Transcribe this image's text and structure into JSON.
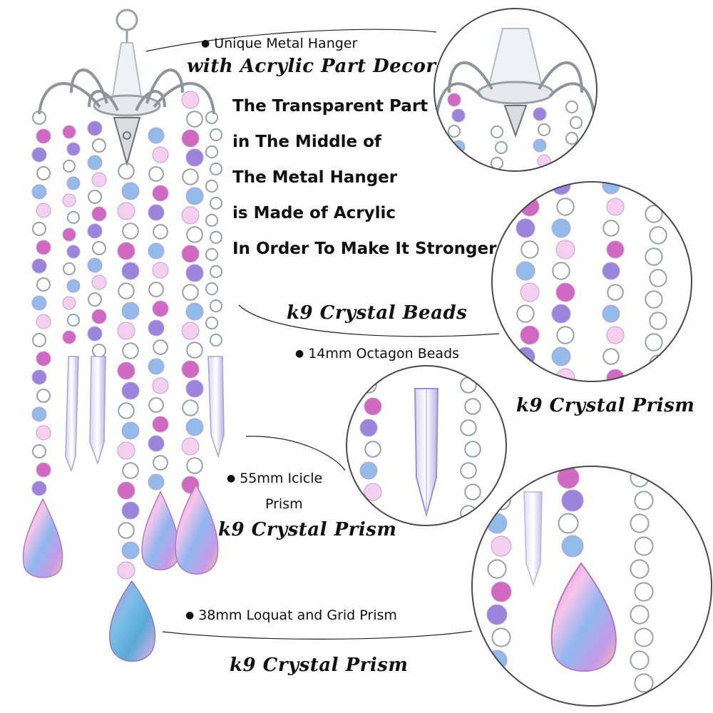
{
  "labels": {
    "hanger_bullet": "Unique Metal Hanger",
    "hanger_script": "with Acrylic Part Decor",
    "acrylic_lines": [
      "The Transparent Part",
      "in The Middle of",
      "The Metal Hanger",
      "is Made of Acrylic",
      "In Order To Make It Stronger"
    ],
    "beads_script": "k9 Crystal Beads",
    "beads_bullet": "14mm Octagon Beads",
    "prism_right": "k9 Crystal Prism",
    "icicle_line1": "55mm Icicle",
    "icicle_line2": "Prism",
    "icicle_script": "k9 Crystal Prism",
    "loquat_bullet": "38mm Loquat and Grid Prism",
    "loquat_script": "k9 Crystal Prism"
  },
  "colors": {
    "pink": "#e27ad0",
    "magenta": "#c94fb8",
    "violet": "#8a6fd6",
    "amber": "#e9b98a",
    "blue": "#7fb0e6",
    "chain": "#9aa0a8",
    "circle_border": "#4a4a4a"
  }
}
